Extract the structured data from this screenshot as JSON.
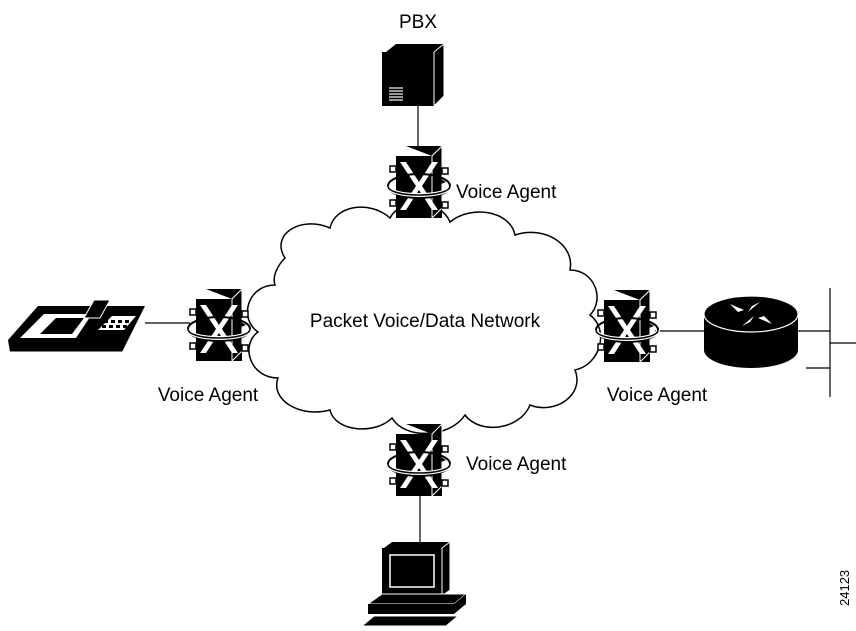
{
  "diagram": {
    "pbx_label": "PBX",
    "network_label": "Packet Voice/Data Network",
    "voice_agent_top": "Voice Agent",
    "voice_agent_left": "Voice Agent",
    "voice_agent_right": "Voice Agent",
    "voice_agent_bottom": "Voice Agent",
    "figure_id": "24123"
  }
}
